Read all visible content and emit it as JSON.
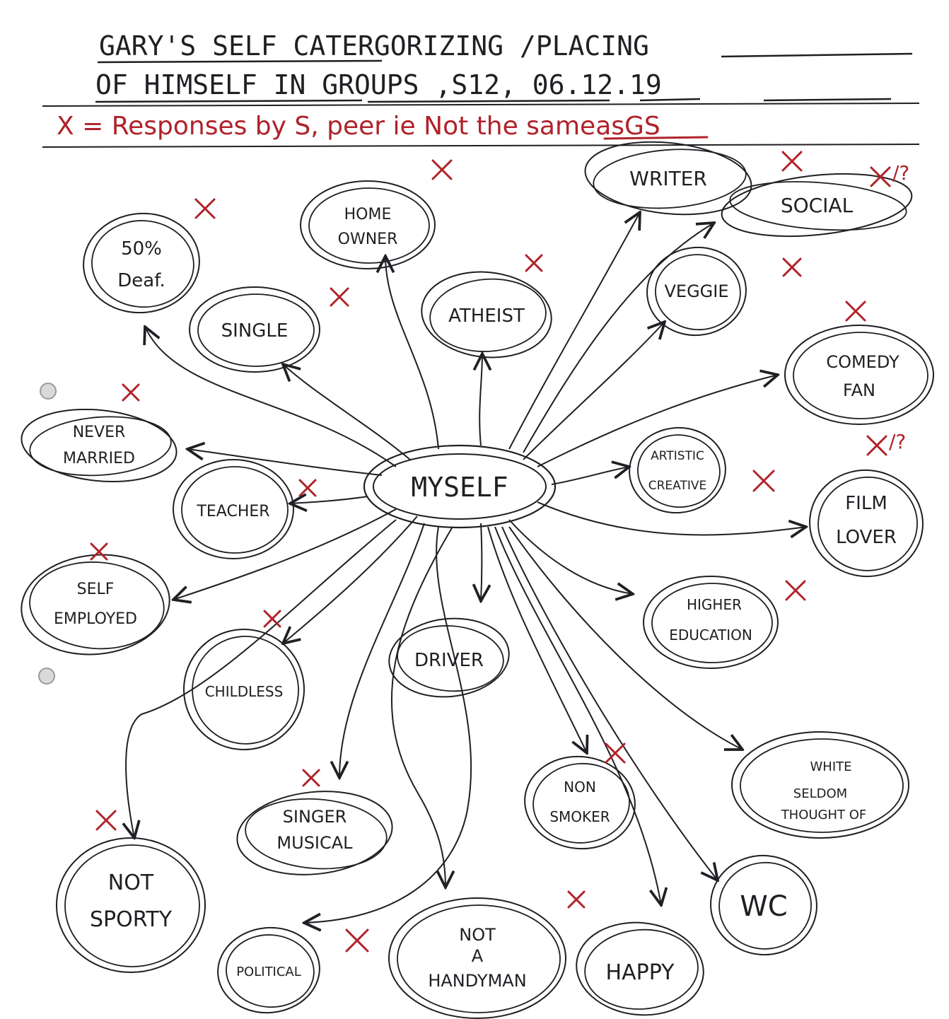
{
  "header": {
    "line1": "GARY'S SELF CATERGORIZING /PLACING",
    "line2": "OF HIMSELF IN GROUPS ,S12, 06.12.19",
    "legend": "X = Responses by S, peer ie Not the sameasGS"
  },
  "center": "MYSELF",
  "nodes": [
    {
      "id": "deaf",
      "label": "50% Deaf.",
      "mark": "x"
    },
    {
      "id": "home-owner",
      "label": "HOME OWNER",
      "mark": "x"
    },
    {
      "id": "writer",
      "label": "WRITER",
      "mark": "x"
    },
    {
      "id": "social",
      "label": "SOCIAL",
      "mark": "x/?"
    },
    {
      "id": "single",
      "label": "SINGLE",
      "mark": "x"
    },
    {
      "id": "atheist",
      "label": "ATHEIST",
      "mark": "x"
    },
    {
      "id": "veggie",
      "label": "VEGGIE",
      "mark": "x"
    },
    {
      "id": "comedy-fan",
      "label": "COMEDY FAN",
      "mark": "x"
    },
    {
      "id": "never-married",
      "label": "NEVER MARRIED",
      "mark": "x"
    },
    {
      "id": "artistic",
      "label": "ARTISTIC CREATIVE",
      "mark": "x"
    },
    {
      "id": "teacher",
      "label": "TEACHER",
      "mark": "x"
    },
    {
      "id": "film-lover",
      "label": "FILM LOVER",
      "mark": "x/?"
    },
    {
      "id": "self-employed",
      "label": "SELF EMPLOYED",
      "mark": "x"
    },
    {
      "id": "higher-education",
      "label": "HIGHER EDUCATION",
      "mark": "x"
    },
    {
      "id": "childless",
      "label": "CHILDLESS",
      "mark": "x"
    },
    {
      "id": "driver",
      "label": "DRIVER",
      "mark": ""
    },
    {
      "id": "white",
      "label": "WHITE SELDOM THOUGHT OF",
      "mark": ""
    },
    {
      "id": "non-smoker",
      "label": "NON SMOKER",
      "mark": "x"
    },
    {
      "id": "singer",
      "label": "SINGER MUSICAL",
      "mark": "x"
    },
    {
      "id": "not-sporty",
      "label": "NOT SPORTY",
      "mark": "x"
    },
    {
      "id": "wc",
      "label": "WC",
      "mark": ""
    },
    {
      "id": "political",
      "label": "POLITICAL",
      "mark": "x"
    },
    {
      "id": "handyman",
      "label": "NOT A HANDYMAN",
      "mark": "x"
    },
    {
      "id": "happy",
      "label": "HAPPY",
      "mark": ""
    }
  ],
  "colors": {
    "ink": "#1f1f24",
    "red": "#b0222a",
    "paper": "#ffffff"
  }
}
